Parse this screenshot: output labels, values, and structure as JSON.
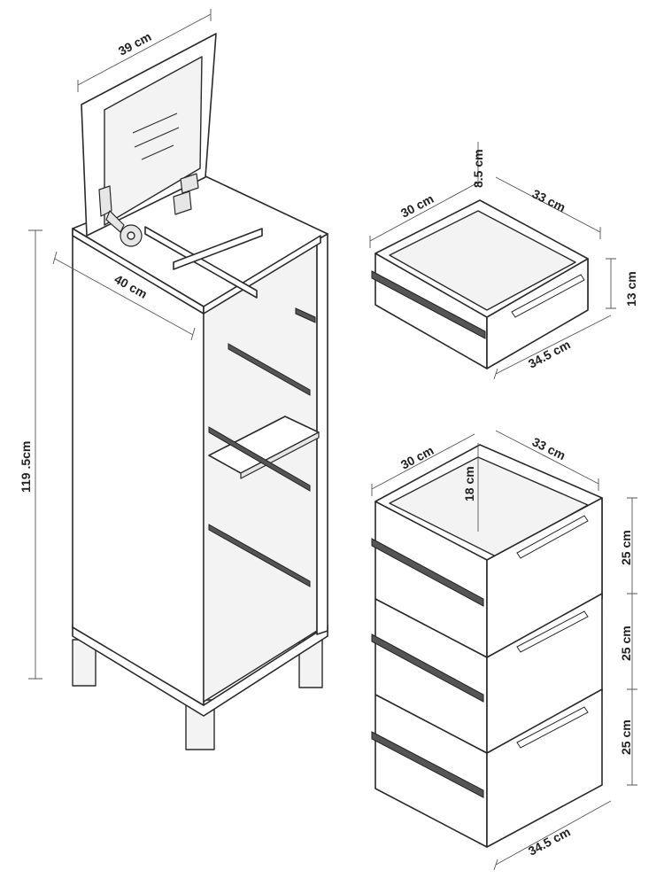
{
  "dimensions": {
    "lid_width": "39 cm",
    "cabinet_depth": "40 cm",
    "cabinet_height": "119 .5cm",
    "top_tray_depth": "30 cm",
    "top_tray_width": "33 cm",
    "top_tray_inner_height": "8.5 cm",
    "top_tray_front_height": "13 cm",
    "top_tray_front_width": "34.5 cm",
    "drawer_depth": "30 cm",
    "drawer_width": "33 cm",
    "drawer_inner_height": "18 cm",
    "drawer_1_height": "25 cm",
    "drawer_2_height": "25 cm",
    "drawer_3_height": "25 cm",
    "drawer_front_width": "34.5 cm"
  }
}
